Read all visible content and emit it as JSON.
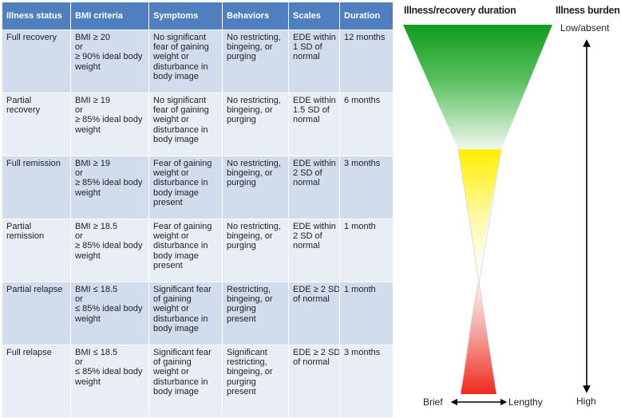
{
  "table": {
    "headers": [
      "Illness status",
      "BMI criteria",
      "Symptoms",
      "Behaviors",
      "Scales",
      "Duration"
    ],
    "rows": [
      {
        "status": [
          "Full recovery"
        ],
        "bmi": [
          "BMI ≥ 20",
          "or",
          "≥ 90% ideal body",
          "weight"
        ],
        "symptoms": [
          "No significant",
          "fear of gaining",
          "weight or",
          "disturbance in",
          "body image"
        ],
        "behaviors": [
          "No restricting,",
          "bingeing, or",
          "purging"
        ],
        "scales": [
          "EDE within",
          "1 SD of",
          "normal"
        ],
        "duration": [
          "12 months"
        ]
      },
      {
        "status": [
          "Partial",
          "recovery"
        ],
        "bmi": [
          "BMI ≥ 19",
          "or",
          "≥ 85% ideal body",
          "weight"
        ],
        "symptoms": [
          "No significant",
          "fear of gaining",
          "weight or",
          "disturbance in",
          "body image"
        ],
        "behaviors": [
          "No restricting,",
          "bingeing, or",
          "purging"
        ],
        "scales": [
          "EDE within",
          "1.5 SD of",
          "normal"
        ],
        "duration": [
          "6 months"
        ]
      },
      {
        "status": [
          "Full remission"
        ],
        "bmi": [
          "BMI ≥ 19",
          "or",
          "≥ 85% ideal body",
          "weight"
        ],
        "symptoms": [
          "Fear of gaining",
          "weight or",
          "disturbance in",
          "body image",
          "present"
        ],
        "behaviors": [
          "No restricting,",
          "bingeing, or",
          "purging"
        ],
        "scales": [
          "EDE within",
          "2 SD of",
          "normal"
        ],
        "duration": [
          "3 months"
        ]
      },
      {
        "status": [
          "Partial",
          "remission"
        ],
        "bmi": [
          "BMI ≥ 18.5",
          "or",
          "≥ 85% ideal body",
          "weight"
        ],
        "symptoms": [
          "Fear of gaining",
          "weight or",
          "disturbance in",
          "body image",
          "present"
        ],
        "behaviors": [
          "No restricting,",
          "bingeing, or",
          "purging"
        ],
        "scales": [
          "EDE within",
          "2 SD of",
          "normal"
        ],
        "duration": [
          "1 month"
        ]
      },
      {
        "status": [
          "Partial relapse"
        ],
        "bmi": [
          "BMI ≤ 18.5",
          "or",
          "≤ 85% ideal body",
          "weight"
        ],
        "symptoms": [
          "Significant fear",
          "of gaining",
          "weight or",
          "disturbance in",
          "body image"
        ],
        "behaviors": [
          "Restricting,",
          "bingeing, or",
          "purging",
          "present"
        ],
        "scales": [
          "EDE ≥ 2 SD",
          "of normal"
        ],
        "duration": [
          "1 month"
        ]
      },
      {
        "status": [
          "Full relapse"
        ],
        "bmi": [
          "BMI ≤ 18.5",
          "or",
          "≤ 85% ideal body",
          "weight"
        ],
        "symptoms": [
          "Significant fear",
          "of gaining",
          "weight or",
          "disturbance in",
          "body image"
        ],
        "behaviors": [
          "Significant",
          "restricting,",
          "bingeing, or",
          "purging",
          "present"
        ],
        "scales": [
          "EDE ≥ 2 SD",
          "of normal"
        ],
        "duration": [
          "3 months"
        ]
      }
    ]
  },
  "diagram": {
    "duration_title": "Illness/recovery duration",
    "burden_title": "Illness burden",
    "burden_low": "Low/absent",
    "burden_high": "High",
    "duration_brief": "Brief",
    "duration_lengthy": "Lengthy",
    "colors": {
      "header_bg": "#4f7fbf",
      "row_dark": "#d1dced",
      "row_light": "#e9eef6",
      "green": "#119b1c",
      "yellow": "#ffef00",
      "red": "#f02a1e"
    }
  }
}
